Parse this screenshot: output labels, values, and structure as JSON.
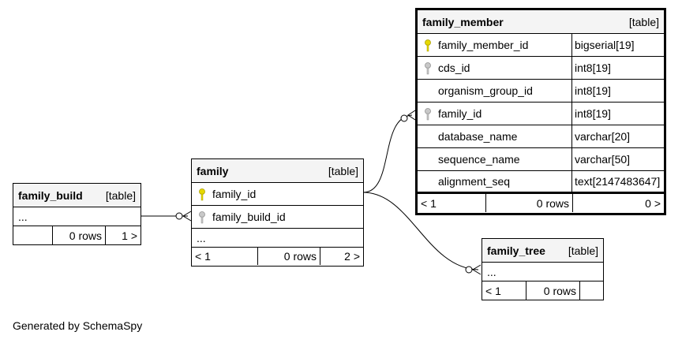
{
  "credit": "Generated by SchemaSpy",
  "tables": {
    "family_member": {
      "name": "family_member",
      "tag": "[table]",
      "columns": [
        {
          "name": "family_member_id",
          "type": "bigserial[19]",
          "key": "primary"
        },
        {
          "name": "cds_id",
          "type": "int8[19]",
          "key": "foreign"
        },
        {
          "name": "organism_group_id",
          "type": "int8[19]",
          "key": "none"
        },
        {
          "name": "family_id",
          "type": "int8[19]",
          "key": "foreign"
        },
        {
          "name": "database_name",
          "type": "varchar[20]",
          "key": "none"
        },
        {
          "name": "sequence_name",
          "type": "varchar[50]",
          "key": "none"
        },
        {
          "name": "alignment_seq",
          "type": "text[2147483647]",
          "key": "none"
        }
      ],
      "footer": {
        "parents": "< 1",
        "rows": "0 rows",
        "children": "0 >"
      }
    },
    "family": {
      "name": "family",
      "tag": "[table]",
      "columns": [
        {
          "name": "family_id",
          "key": "primary"
        },
        {
          "name": "family_build_id",
          "key": "foreign"
        }
      ],
      "more": "...",
      "footer": {
        "parents": "< 1",
        "rows": "0 rows",
        "children": "2 >"
      }
    },
    "family_build": {
      "name": "family_build",
      "tag": "[table]",
      "more": "...",
      "footer": {
        "parents": "",
        "rows": "0 rows",
        "children": "1 >"
      }
    },
    "family_tree": {
      "name": "family_tree",
      "tag": "[table]",
      "more": "...",
      "footer": {
        "parents": "< 1",
        "rows": "0 rows",
        "children": ""
      }
    }
  },
  "colors": {
    "primary_key": "#e6d800",
    "foreign_key": "#b0b0b0",
    "header_bg": "#f4f4f4"
  }
}
